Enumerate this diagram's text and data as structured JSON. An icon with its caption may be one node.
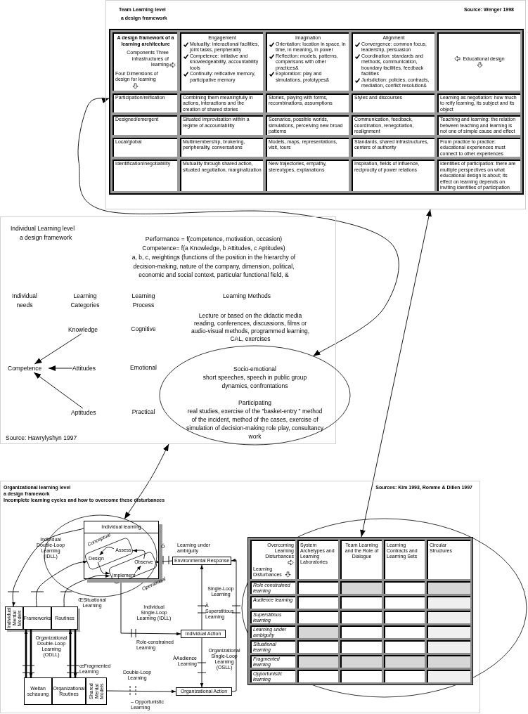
{
  "diagram": {
    "nodes": [
      {
        "text": [
          "Team Learning level",
          "a design framework",
          "Source: Wenger 1998"
        ]
      },
      {
        "text": [
          "A design framework of a learning architecture",
          "Components Three infrastructures of learning",
          "Four Dimensions of design for learning",
          "Engagement",
          "Mutuality: interactional facilities, joint tasks, peripherality",
          "Competence: initiative and knowledgeability, accountability tools",
          "Continuity: reificative memory, participative memory",
          "Imagination",
          "Orientation: location in space, in time, in meaning, in power",
          "Reflection: models, patterns, comparisons with other practices&",
          "Exploration: play and simulations, prototypes&",
          "Alignment",
          "Convergence: common focus, leadership, persuasion",
          "Coordination: standards and methods, communication, boundary facilities, feedback facilities",
          "Jurisdiction: policies, contracts, mediation, conflict resolution&",
          "Educational design",
          "Participation/reification",
          "Combining them meaningfully in actions, interactions and the creation of shared stories",
          "Stories, playing with forms, recombinations, assumptions",
          "Styles and discourses",
          "Learning as negotiation: how much to reify learning, its subject and its object",
          "Designed/emergent",
          "Situated improvisation within a regime of accountability",
          "Scenarios, possible worlds, simulations, perceiving new broad patterns",
          "Communication, feedback, coordination, renegotiation, realignment",
          "Teaching and learning: the relation between teaching and learning is not one of simple cause and effect",
          "Local/global",
          "Multimembership, brokering, peripherality, conversations",
          "Models, maps, representations, visit, tours",
          "Standards, shared infrastructures, centers of authority",
          "From practice to practice: educational experiences must connect to other experiences",
          "Identification/negotiability",
          "Mutuality through shared action, situated negotiation, marginalization",
          "New trajectories, empathy, stereotypes, explanations",
          "Inspiration, fields of influence, reciprocity of power relations",
          "Identities of participation: there are multiple perspectives on what educational design is about; its effect on learning depends on inviting identities of participation"
        ],
        "in": 0
      },
      {
        "text": [
          "Individual Learning level",
          "a design framework",
          "Source: Hawrylyshyn 1997"
        ]
      },
      {
        "text": [
          "Competence"
        ],
        "in": 2
      },
      {
        "text": [
          "Knowledge"
        ],
        "in": 2
      },
      {
        "text": [
          "Attitudes"
        ],
        "in": 2
      },
      {
        "text": [
          "Aptitudes"
        ],
        "in": 2
      },
      {
        "text": [
          "Socio-emotional",
          "short speeches, speech in public group dynamics, confrontations",
          "Participating",
          "real studies, exercise of the \"basket-entry \" method of the incident, method of the cases, exercise of simulation of decision-making role play, consultancy work"
        ]
      },
      {
        "text": [
          "Organizational learning level",
          "a design framework",
          "Incomplete learning cycles and how to overcome these disturbances",
          "Sources: Kim 1993, Romme & Dillen 1997"
        ]
      },
      {
        "text": [],
        "shape": "ellipse",
        "in": 8
      },
      {
        "text": [
          "Individual learning"
        ],
        "in": 9
      },
      {
        "text": [
          "Design"
        ],
        "in": 10
      },
      {
        "text": [
          "Assess"
        ],
        "in": 10
      },
      {
        "text": [
          "Observe"
        ],
        "in": 10
      },
      {
        "text": [
          "Implement"
        ],
        "in": 10
      },
      {
        "text": [
          "Individual Mental Models"
        ],
        "in": 8
      },
      {
        "text": [
          "Frameworks"
        ],
        "in": 8
      },
      {
        "text": [
          "Routines"
        ],
        "in": 8
      },
      {
        "text": [
          "Weltan schauung"
        ],
        "in": 8
      },
      {
        "text": [
          "Organizational Routines"
        ],
        "in": 8
      },
      {
        "text": [
          "Shared Mental Models"
        ],
        "in": 8
      },
      {
        "text": [
          "Environmental Response"
        ],
        "in": 8
      },
      {
        "text": [
          "Individual Action"
        ],
        "in": 8
      },
      {
        "text": [
          "Organizational Action"
        ],
        "in": 8
      },
      {
        "text": [],
        "shape": "ellipse"
      },
      {
        "text": [
          "Overcoming Learning Disturbances",
          "Learning Disturbances",
          "System Archetypes and Learning Laboratories",
          "Team Learning and the Role of Dialogue",
          "Learning Contracts and Learning Sets",
          "Circular Structures",
          "Role constrained learning",
          "Audience learning",
          "Superstitious learning",
          "Learning under ambiguity",
          "Situational learning",
          "Fragmented learning",
          "Opportunistic learning"
        ],
        "in": 24
      }
    ],
    "edges": [
      {
        "from": 1,
        "to": 7,
        "arrow": "both"
      },
      {
        "from": 25,
        "to": 0,
        "arrow": "both"
      },
      {
        "from": 2,
        "to": 9,
        "arrow": "both"
      },
      {
        "from": 4,
        "to": 3,
        "arrow": "to"
      },
      {
        "from": 5,
        "to": 3,
        "arrow": "to"
      },
      {
        "from": 6,
        "to": 3,
        "arrow": "to"
      },
      {
        "from": 11,
        "to": 14,
        "arrow": "to"
      },
      {
        "from": 14,
        "to": 13,
        "arrow": "to"
      },
      {
        "from": 13,
        "to": 12,
        "arrow": "to"
      },
      {
        "from": 12,
        "to": 11,
        "arrow": "to"
      },
      {
        "from": 10,
        "to": 15,
        "arrow": "to"
      },
      {
        "from": 16,
        "to": 11,
        "arrow": "to"
      },
      {
        "from": 17,
        "to": 14,
        "arrow": "to"
      },
      {
        "from": 14,
        "to": 22,
        "arrow": "to"
      },
      {
        "from": 22,
        "to": 21,
        "arrow": "to"
      },
      {
        "from": 21,
        "to": 13,
        "arrow": "to"
      },
      {
        "from": 22,
        "to": 23,
        "arrow": "to"
      },
      {
        "from": 20,
        "to": 23,
        "arrow": "to"
      },
      {
        "from": 23,
        "to": 21,
        "arrow": "to"
      },
      {
        "from": 16,
        "to": 18,
        "arrow": "to",
        "style": "thick"
      },
      {
        "from": 18,
        "to": 16,
        "arrow": "to",
        "style": "thick"
      },
      {
        "from": 17,
        "to": 19,
        "arrow": "to",
        "style": "thick"
      },
      {
        "from": 19,
        "to": 17,
        "arrow": "to",
        "style": "thick"
      }
    ],
    "labels": [
      "Performance = f(competence, motivation, occasion)",
      "Competence= f(a Knowledge, b Attitudes, c Aptitudes)",
      "a, b, c, weightings (functions of the position in the hierarchy of decision-making, nature of the company, dimension, political, economic and social context, particular functional field, &",
      "Individual needs",
      "Learning Categories",
      "Learning Process",
      "Learning Methods",
      "Cognitive",
      "Lecture or based on the didactic media reading, conferences, discussions, films or audio-visual methods, programmed learning, CAL, exercises",
      "Emotional",
      "Practical",
      "Conceptual",
      "Operational",
      "Individual Double-Loop Learning (IDLL)",
      "Ó",
      "Learning under ambiguity",
      "ŒSituational Learning",
      "Single-Loop Learning",
      "À Superstitious Learning",
      "Individual Single-Loop Learning (IDLL)",
      "Role-constrained Learning",
      "Organizational Double-Loop Learning (ODLL)",
      "ÀAudience Learning",
      "Organizational Single-Loop Learning (OSLL)",
      "œFragmented Learning",
      "Double-Loop Learning",
      "– Opportunistic Learning"
    ]
  }
}
